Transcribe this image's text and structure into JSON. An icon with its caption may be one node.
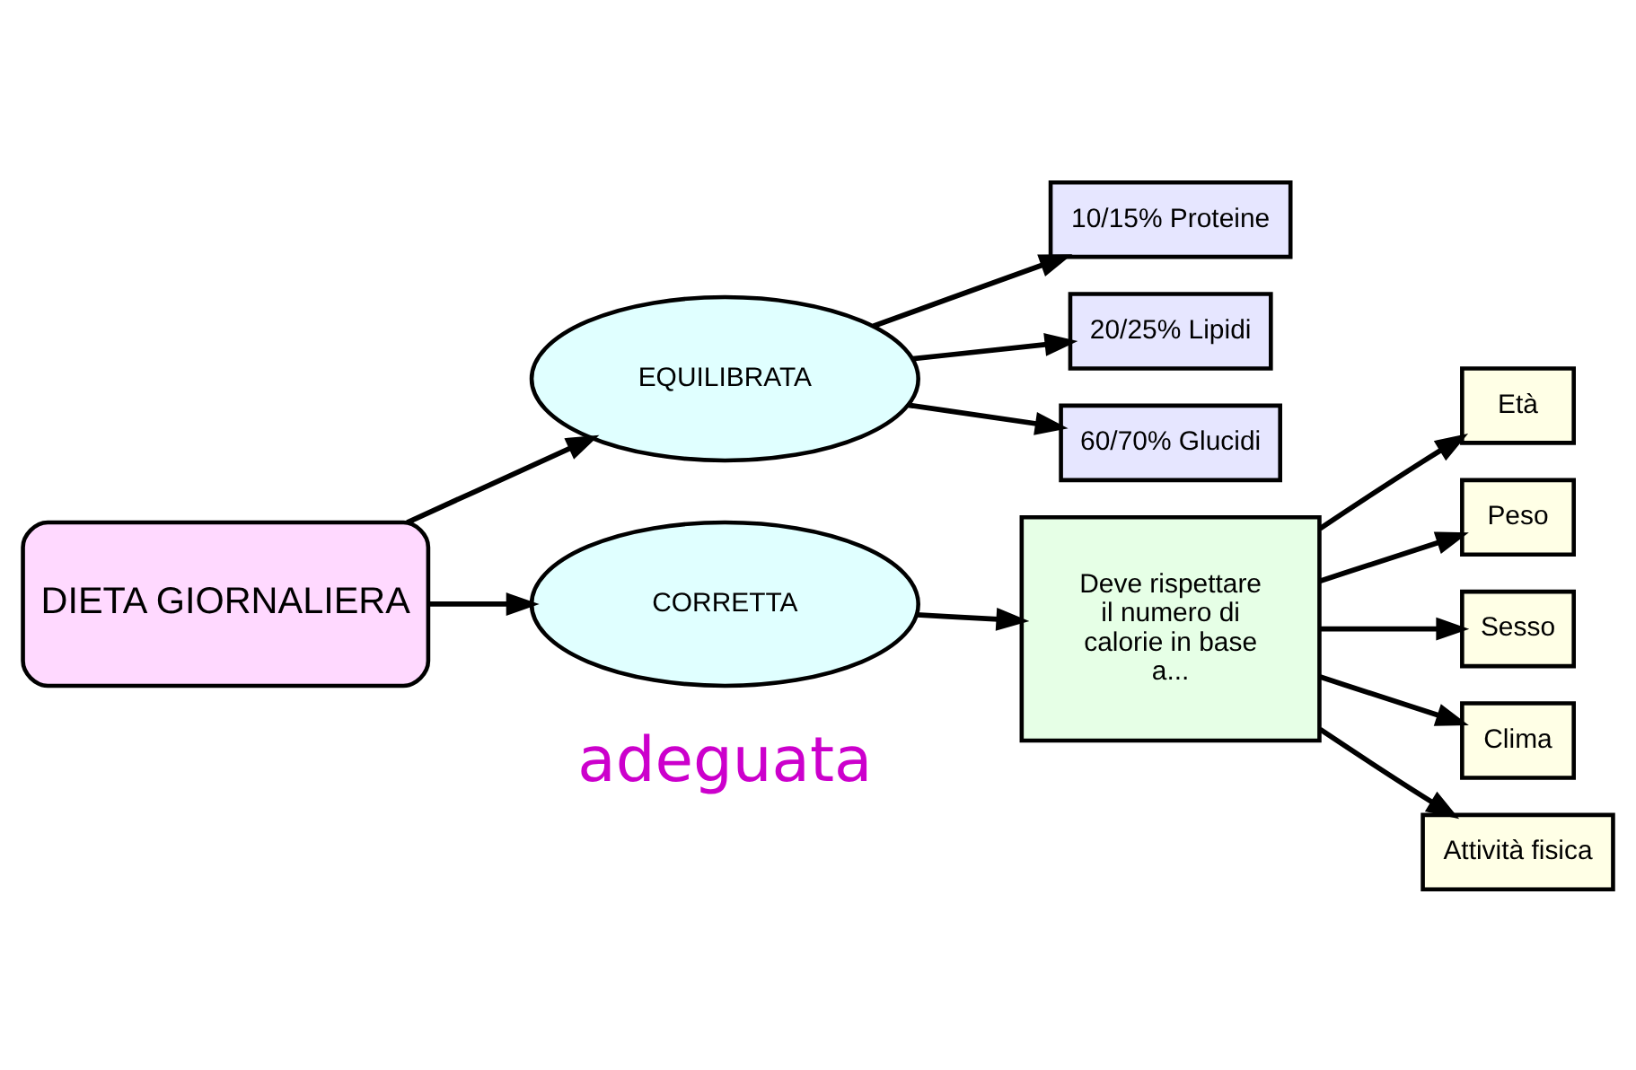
{
  "diagram": {
    "nodes": [
      {
        "text": [
          "DIETA GIORNALIERA"
        ]
      },
      {
        "text": [
          "EQUILIBRATA"
        ]
      },
      {
        "text": [
          "CORRETTA"
        ]
      },
      {
        "text": [
          "10/15% Proteine"
        ]
      },
      {
        "text": [
          "20/25% Lipidi"
        ]
      },
      {
        "text": [
          "60/70% Glucidi"
        ]
      },
      {
        "text": [
          "Deve rispettare il numero di calorie in base a..."
        ]
      },
      {
        "text": [
          "Età"
        ]
      },
      {
        "text": [
          "Peso"
        ]
      },
      {
        "text": [
          "Sesso"
        ]
      },
      {
        "text": [
          "Clima"
        ]
      },
      {
        "text": [
          "Attività fisica"
        ]
      }
    ],
    "edges": [
      {
        "from": 0,
        "to": 1,
        "arrow": "to"
      },
      {
        "from": 0,
        "to": 2,
        "arrow": "to"
      },
      {
        "from": 1,
        "to": 3,
        "arrow": "to"
      },
      {
        "from": 1,
        "to": 4,
        "arrow": "to"
      },
      {
        "from": 1,
        "to": 5,
        "arrow": "to"
      },
      {
        "from": 2,
        "to": 6,
        "arrow": "to"
      },
      {
        "from": 6,
        "to": 7,
        "arrow": "to"
      },
      {
        "from": 6,
        "to": 8,
        "arrow": "to"
      },
      {
        "from": 6,
        "to": 9,
        "arrow": "to"
      },
      {
        "from": 6,
        "to": 10,
        "arrow": "to"
      },
      {
        "from": 6,
        "to": 11,
        "arrow": "to"
      }
    ],
    "labels": [
      "adeguata"
    ]
  }
}
